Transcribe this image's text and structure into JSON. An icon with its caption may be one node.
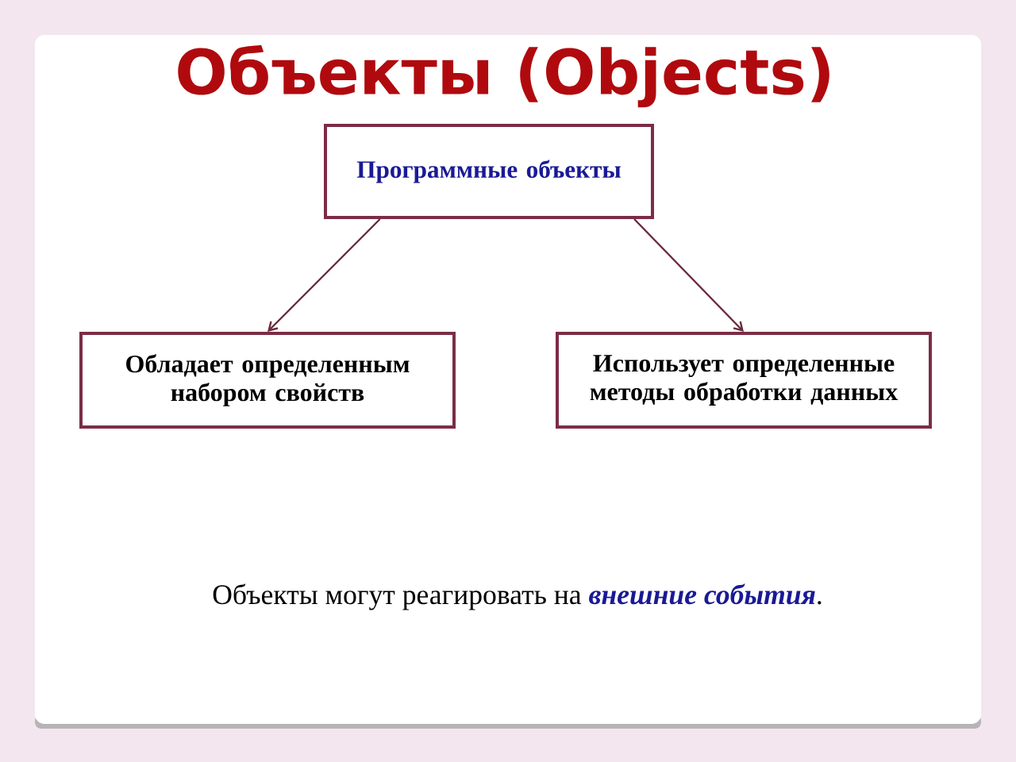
{
  "diagram": {
    "title": "Объекты (Objects)",
    "nodes": [
      {
        "text": [
          "Программные объекты"
        ]
      },
      {
        "text": [
          "Обладает определенным набором свойств"
        ]
      },
      {
        "text": [
          "Использует определенные методы обработки данных"
        ]
      }
    ],
    "edges": [
      {
        "from": 0,
        "to": 1,
        "arrow": "to"
      },
      {
        "from": 0,
        "to": 2,
        "arrow": "to"
      }
    ],
    "labels": [
      "Объекты могут реагировать на **внешние события**."
    ]
  }
}
